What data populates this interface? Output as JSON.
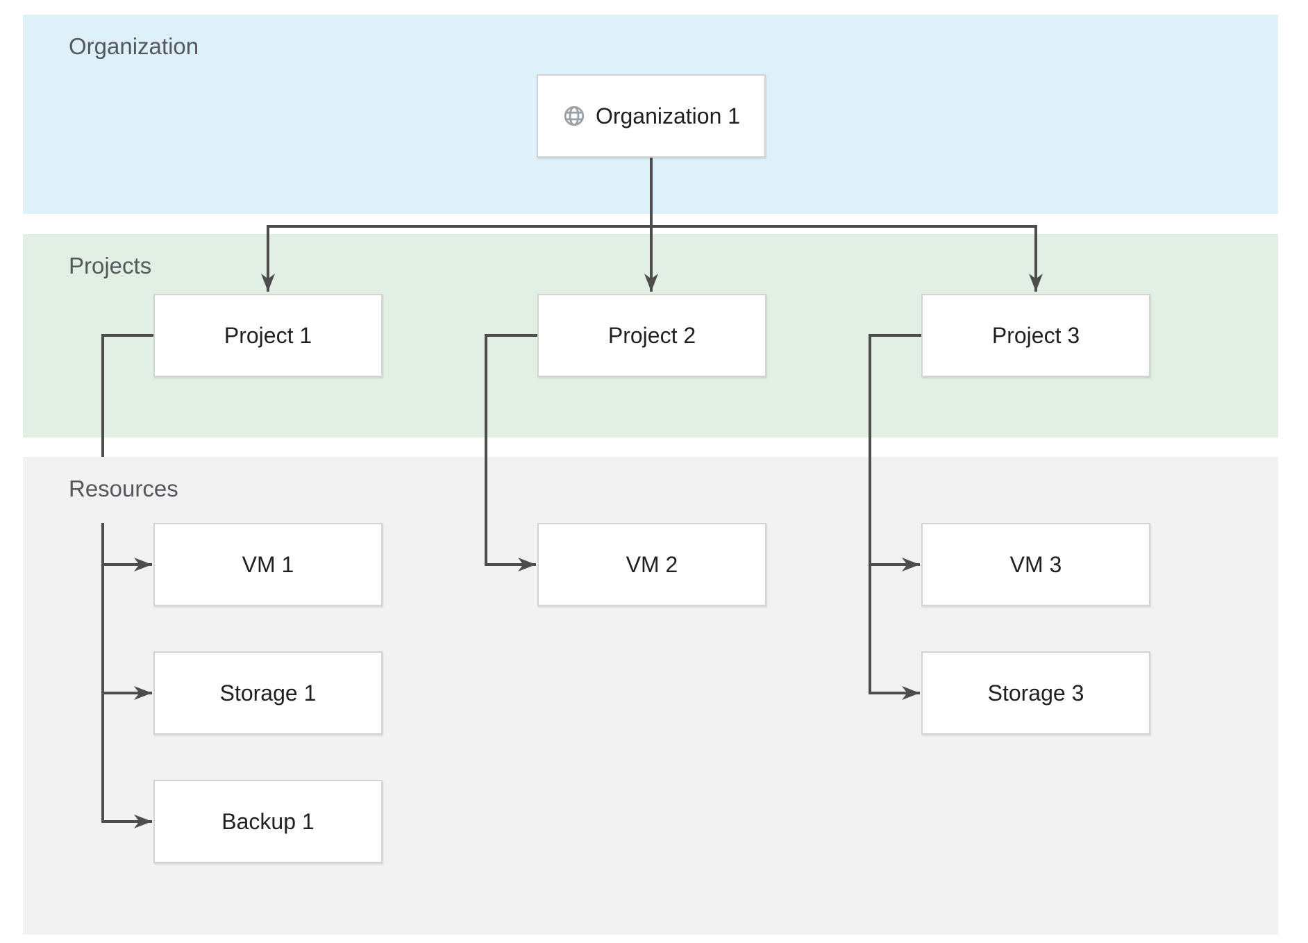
{
  "diagram": {
    "bands": [
      {
        "id": "organization",
        "label": "Organization"
      },
      {
        "id": "projects",
        "label": "Projects"
      },
      {
        "id": "resources",
        "label": "Resources"
      }
    ],
    "nodes": {
      "org1": {
        "label": "Organization 1",
        "icon": "globe-icon",
        "band": "organization"
      },
      "project1": {
        "label": "Project 1",
        "band": "projects"
      },
      "project2": {
        "label": "Project 2",
        "band": "projects"
      },
      "project3": {
        "label": "Project 3",
        "band": "projects"
      },
      "vm1": {
        "label": "VM 1",
        "band": "resources"
      },
      "storage1": {
        "label": "Storage 1",
        "band": "resources"
      },
      "backup1": {
        "label": "Backup 1",
        "band": "resources"
      },
      "vm2": {
        "label": "VM 2",
        "band": "resources"
      },
      "vm3": {
        "label": "VM 3",
        "band": "resources"
      },
      "storage3": {
        "label": "Storage 3",
        "band": "resources"
      }
    },
    "edges": [
      {
        "from": "org1",
        "to": "project1"
      },
      {
        "from": "org1",
        "to": "project2"
      },
      {
        "from": "org1",
        "to": "project3"
      },
      {
        "from": "project1",
        "to": "vm1"
      },
      {
        "from": "project1",
        "to": "storage1"
      },
      {
        "from": "project1",
        "to": "backup1"
      },
      {
        "from": "project2",
        "to": "vm2"
      },
      {
        "from": "project3",
        "to": "vm3"
      },
      {
        "from": "project3",
        "to": "storage3"
      }
    ],
    "colors": {
      "page_background": "#ffffff",
      "band_organization": "#def0fa",
      "band_projects": "#e2efe5",
      "band_resources": "#f2f2f2",
      "node_fill": "#ffffff",
      "node_border": "#d3d3d3",
      "node_text": "#1f1f1f",
      "band_label_text": "#54575b",
      "connector": "#4d4d4d",
      "globe_icon": "#9aa0a6"
    }
  }
}
